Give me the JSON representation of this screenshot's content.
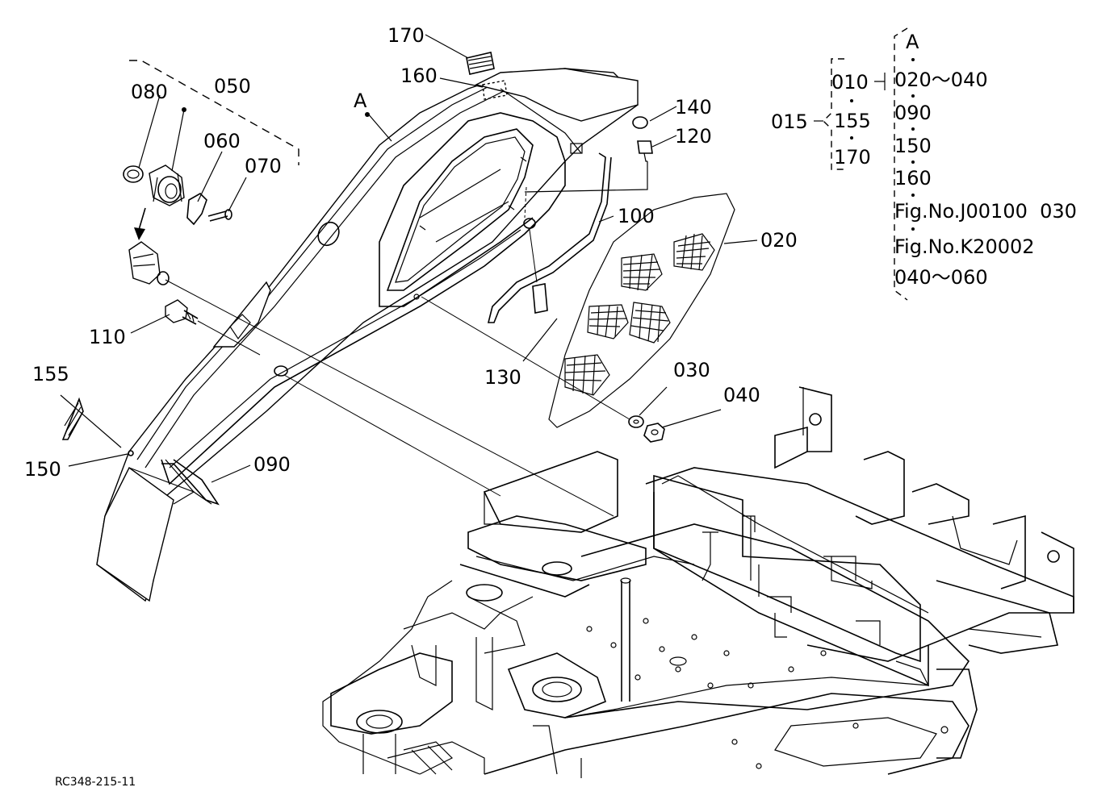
{
  "callouts": {
    "c170": "170",
    "c160": "160",
    "c080": "080",
    "c050": "050",
    "cA": "A",
    "c060": "060",
    "c070": "070",
    "c140": "140",
    "c120": "120",
    "c100": "100",
    "c020": "020",
    "c110": "110",
    "c130": "130",
    "c155": "155",
    "c030": "030",
    "c040": "040",
    "c150": "150",
    "c090": "090"
  },
  "legend": {
    "group_id": "015",
    "assy": "010",
    "sub1": "155",
    "sub2": "170",
    "a_label": "A",
    "rows": [
      "020～040",
      "090",
      "150",
      "160",
      "Fig.No.J00100  030",
      "Fig.No.K20002",
      "040～060"
    ]
  },
  "figure_code": "RC348-215-11"
}
